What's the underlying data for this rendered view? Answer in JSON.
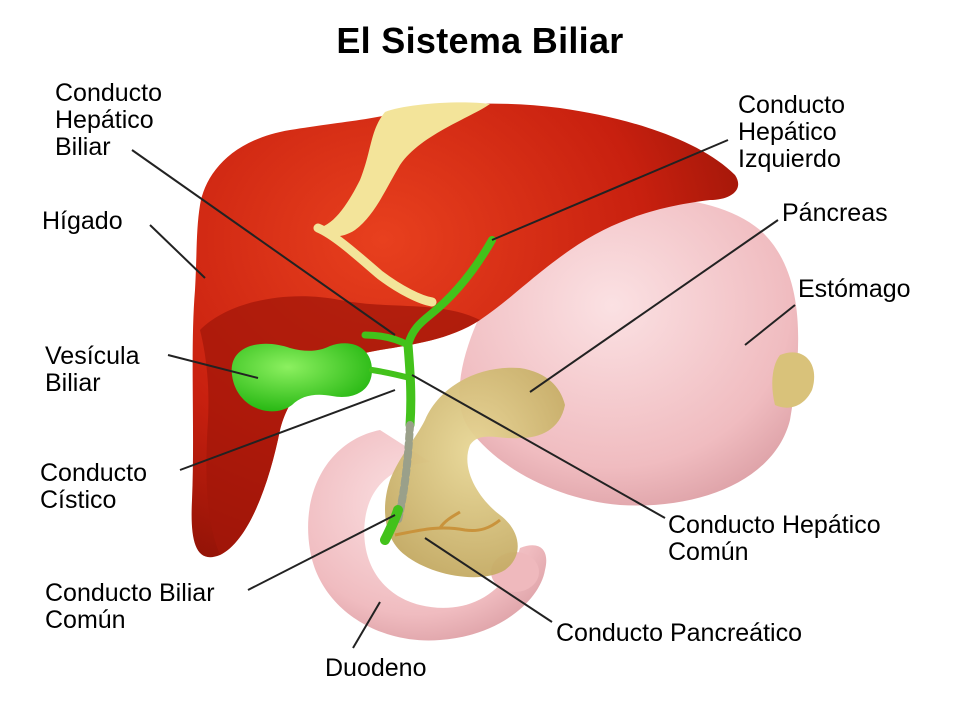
{
  "title": "El Sistema Biliar",
  "labels": {
    "conducto_hepatico_biliar": [
      "Conducto",
      "Hepático",
      "Biliar"
    ],
    "higado": [
      "Hígado"
    ],
    "vesicula_biliar": [
      "Vesícula",
      "Biliar"
    ],
    "conducto_cistico": [
      "Conducto",
      "Cístico"
    ],
    "conducto_biliar_comun": [
      "Conducto Biliar",
      "Común"
    ],
    "duodeno": [
      "Duodeno"
    ],
    "conducto_hepatico_izquierdo": [
      "Conducto",
      "Hepático",
      "Izquierdo"
    ],
    "pancreas": [
      "Páncreas"
    ],
    "estomago": [
      "Estómago"
    ],
    "conducto_hepatico_comun": [
      "Conducto Hepático",
      "Común"
    ],
    "conducto_pancreatico": [
      "Conducto Pancreático"
    ]
  },
  "colors": {
    "liver": "#c8200f",
    "liver_dark": "#9e1408",
    "gallbladder": "#3fd31a",
    "duct": "#4cc41f",
    "stomach": "#f2c3c6",
    "pancreas": "#d6c07a",
    "ligament": "#f3e49a",
    "leader_line": "#222222"
  }
}
